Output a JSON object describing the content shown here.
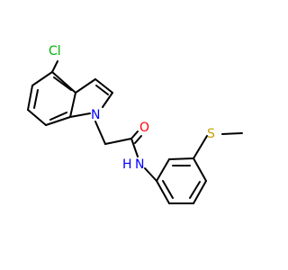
{
  "molecule": {
    "atoms": {
      "chlorine": {
        "label": "Cl",
        "color": "#00b400"
      },
      "indole_nitrogen": {
        "label": "N",
        "color": "#0000ff"
      },
      "carbonyl_oxygen": {
        "label": "O",
        "color": "#ff0000"
      },
      "amide_nitrogen": {
        "label": "N",
        "color": "#0000ff"
      },
      "amide_hydrogen": {
        "label": "H",
        "color": "#0000ff"
      },
      "sulfur": {
        "label": "S",
        "color": "#c8a000"
      }
    },
    "bond_color": "#000000",
    "background": "#ffffff"
  }
}
